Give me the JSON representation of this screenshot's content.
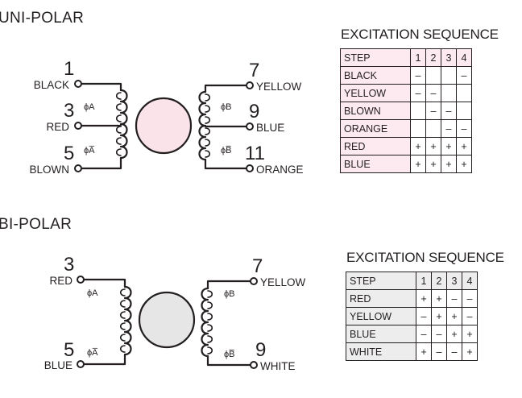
{
  "unipolar": {
    "title": "UNI-POLAR",
    "motor_color": "#fbe3ea",
    "left_terminals": [
      {
        "pin": "1",
        "wire": "BLACK"
      },
      {
        "pin": "3",
        "wire": "RED"
      },
      {
        "pin": "5",
        "wire": "BLOWN"
      }
    ],
    "right_terminals": [
      {
        "pin": "7",
        "wire": "YELLOW"
      },
      {
        "pin": "9",
        "wire": "BLUE"
      },
      {
        "pin": "11",
        "wire": "ORANGE"
      }
    ],
    "phase_labels": [
      "ϕA",
      "ϕA̅",
      "ϕB",
      "ϕB̅"
    ],
    "table": {
      "title": "EXCITATION SEQUENCE",
      "header": [
        "STEP",
        "1",
        "2",
        "3",
        "4"
      ],
      "rows": [
        [
          "BLACK",
          "–",
          "",
          "",
          "–"
        ],
        [
          "YELLOW",
          "–",
          "–",
          "",
          ""
        ],
        [
          "BLOWN",
          "",
          "–",
          "–",
          ""
        ],
        [
          "ORANGE",
          "",
          "",
          "–",
          "–"
        ],
        [
          "RED",
          "+",
          "+",
          "+",
          "+"
        ],
        [
          "BLUE",
          "+",
          "+",
          "+",
          "+"
        ]
      ]
    }
  },
  "bipolar": {
    "title": "BI-POLAR",
    "motor_color": "#e6e6e6",
    "left_terminals": [
      {
        "pin": "3",
        "wire": "RED"
      },
      {
        "pin": "5",
        "wire": "BLUE"
      }
    ],
    "right_terminals": [
      {
        "pin": "7",
        "wire": "YELLOW"
      },
      {
        "pin": "9",
        "wire": "WHITE"
      }
    ],
    "phase_labels": [
      "ϕA",
      "ϕA̅",
      "ϕB",
      "ϕB̅"
    ],
    "table": {
      "title": "EXCITATION SEQUENCE",
      "header": [
        "STEP",
        "1",
        "2",
        "3",
        "4"
      ],
      "rows": [
        [
          "RED",
          "+",
          "+",
          "–",
          "–"
        ],
        [
          "YELLOW",
          "–",
          "+",
          "+",
          "–"
        ],
        [
          "BLUE",
          "–",
          "–",
          "+",
          "+"
        ],
        [
          "WHITE",
          "+",
          "–",
          "–",
          "+"
        ]
      ]
    }
  }
}
